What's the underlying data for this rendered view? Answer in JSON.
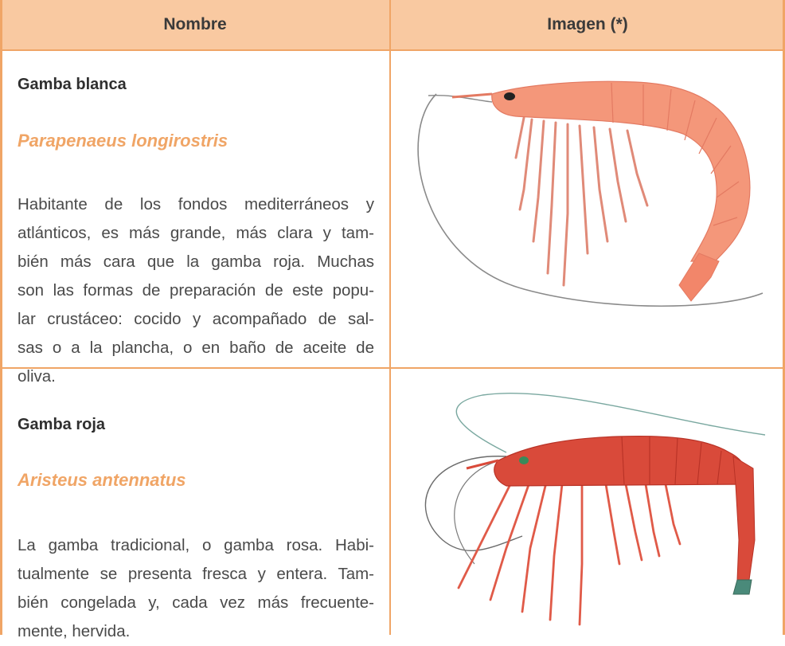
{
  "table": {
    "headers": {
      "name": "Nombre",
      "image": "Imagen (*)"
    },
    "rows": [
      {
        "name": "Gamba blanca",
        "scientific": "Parapenaeus longirostris",
        "description_lines": [
          "Habitante de los fondos mediterráneos y",
          "atlánticos, es más grande, más clara y tam-",
          "bién más cara que la gamba roja. Muchas",
          "son las formas de preparación de este popu-",
          "lar crustáceo: cocido y acompañado de sal-",
          "sas o a la plancha, o en baño de aceite de",
          "oliva."
        ],
        "image_icon": "white-shrimp-illustration",
        "image_color": "#f4977a"
      },
      {
        "name": "Gamba roja",
        "scientific": "Aristeus antennatus",
        "description_lines": [
          "La gamba tradicional, o gamba rosa. Habi-",
          "tualmente se presenta fresca y entera. Tam-",
          "bién congelada y, cada vez más frecuente-",
          "mente, hervida."
        ],
        "image_icon": "red-shrimp-illustration",
        "image_color": "#d94a3a"
      }
    ]
  },
  "colors": {
    "accent": "#f0a566",
    "header_bg": "#f9c9a1",
    "text": "#4a4a4a"
  }
}
